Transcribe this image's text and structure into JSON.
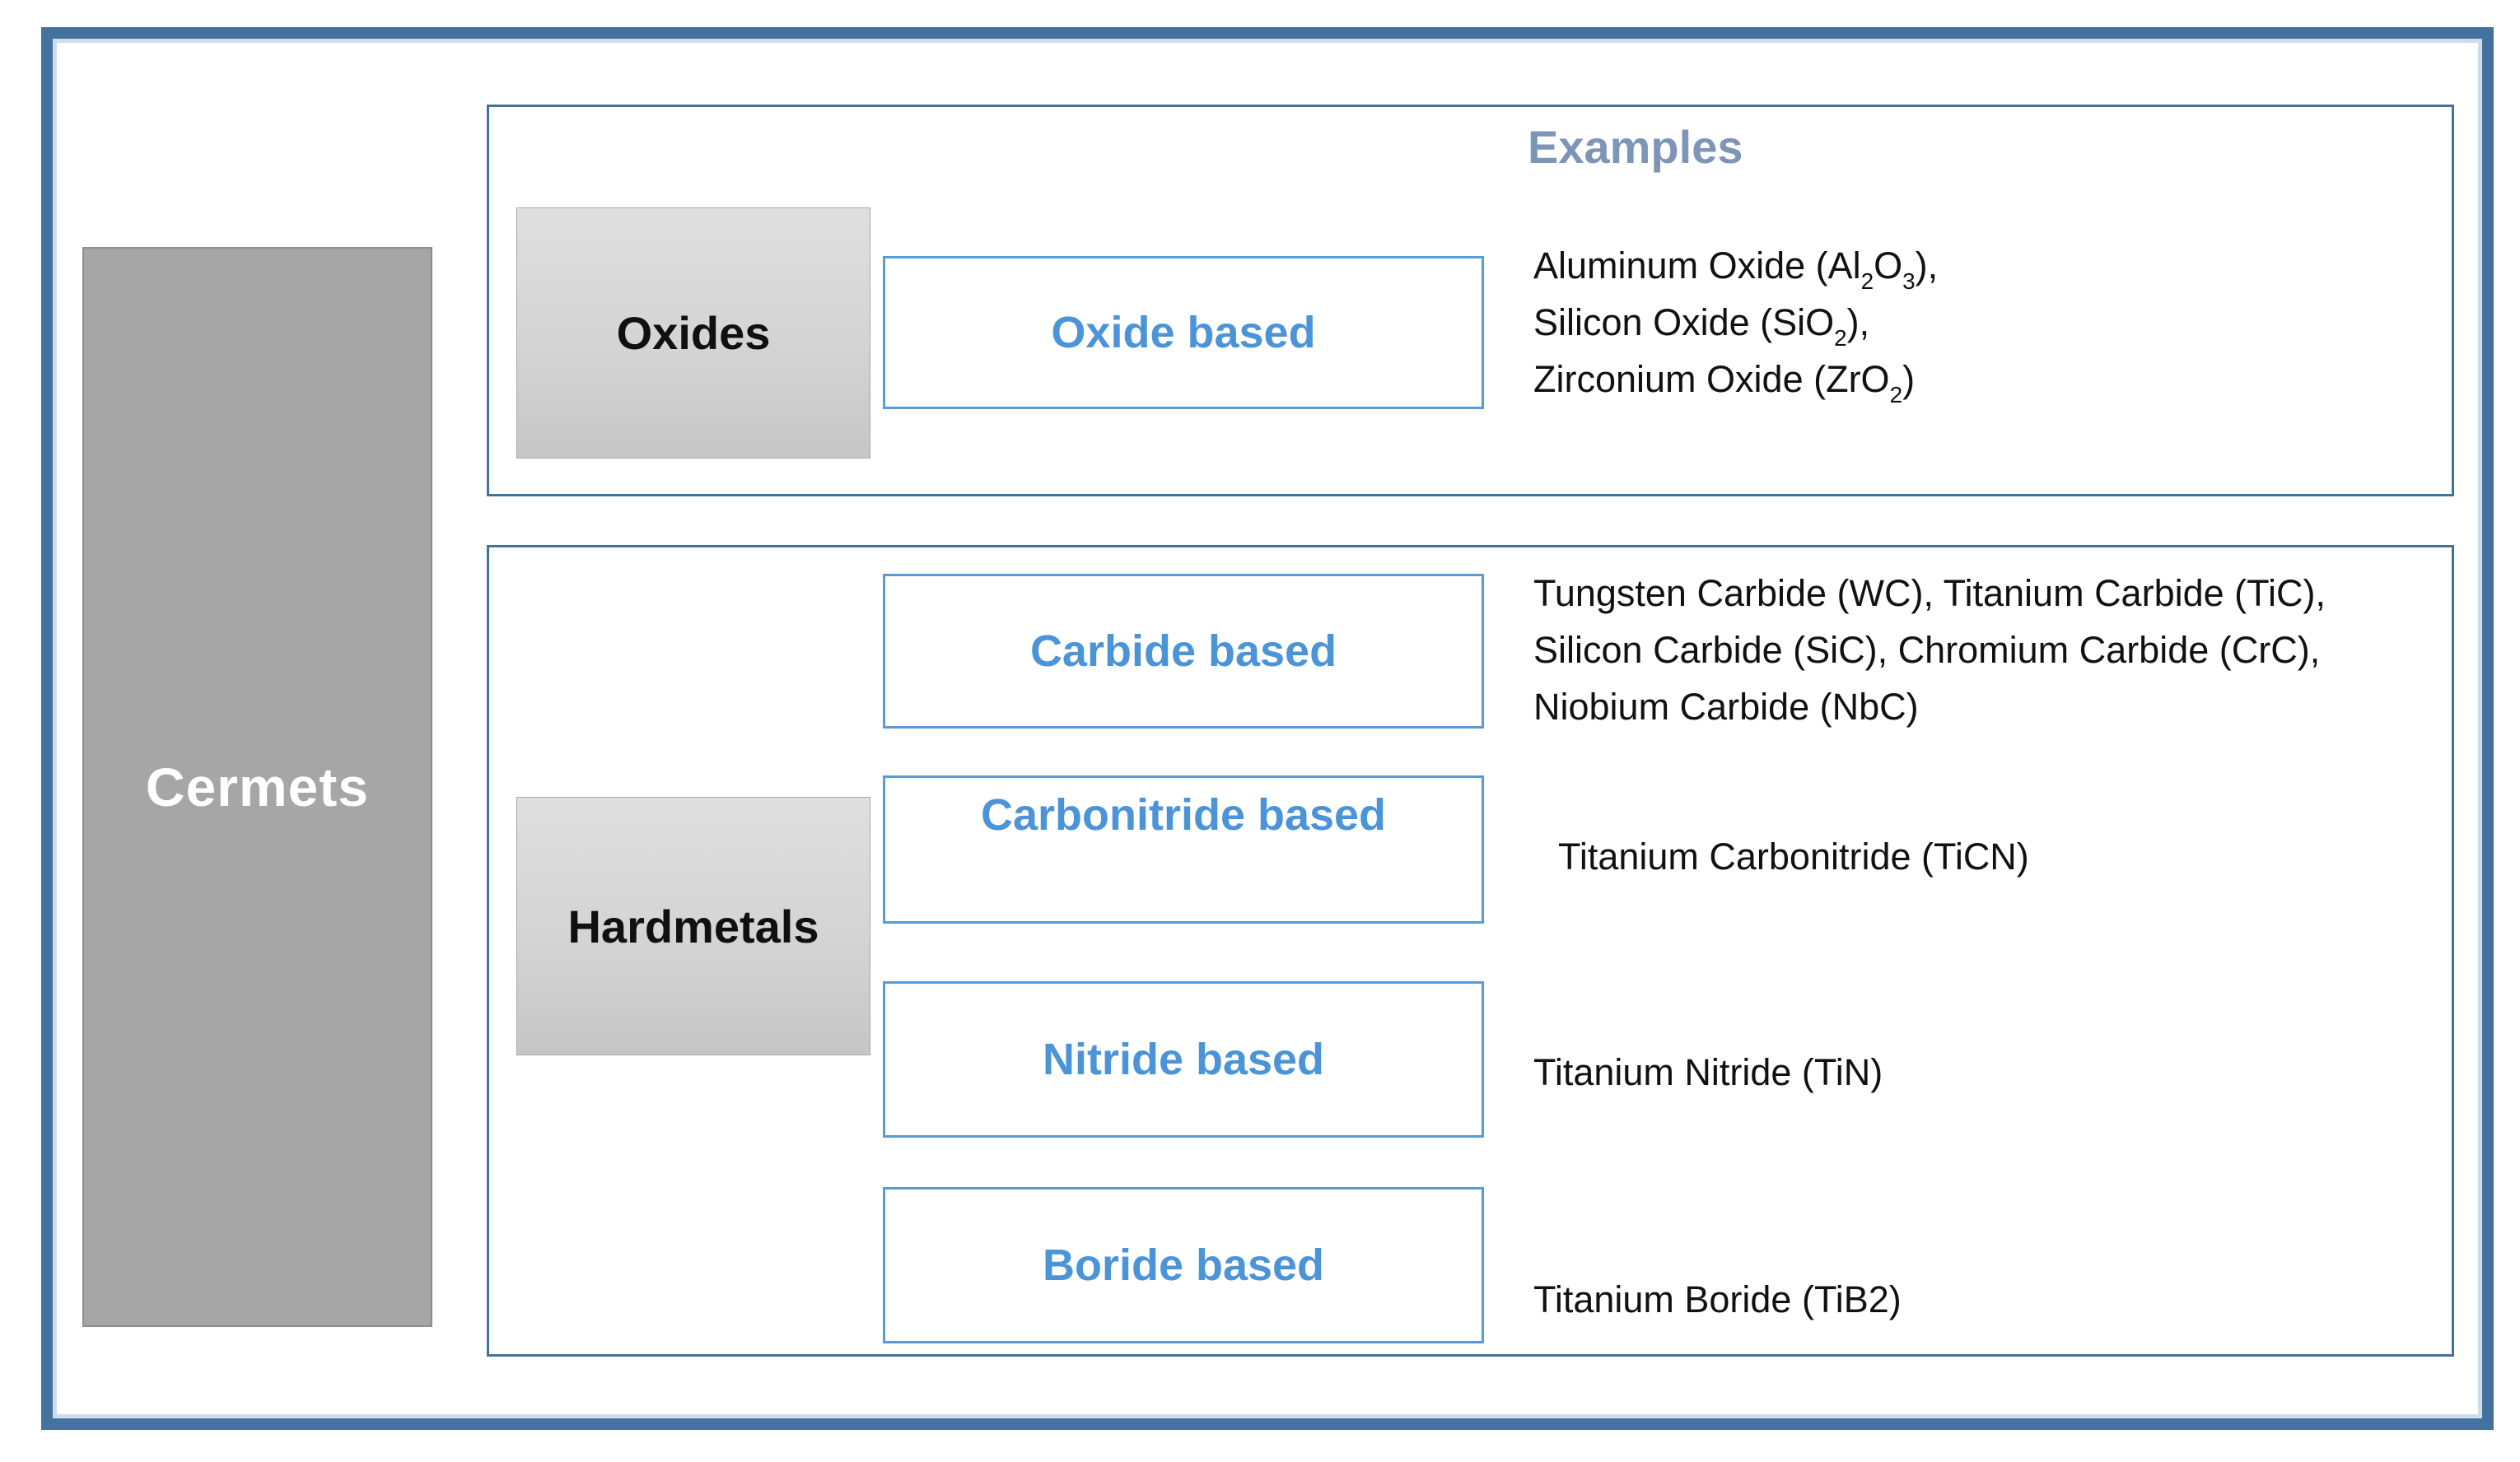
{
  "palette": {
    "frame_blue": "#44719E",
    "section_border_blue": "#41719C",
    "type_box_border_blue": "#5B9BD5",
    "type_label_blue": "#4B94D8",
    "examples_heading_blue_gray": "#7E95B7",
    "root_box_gray": "#A6A6A6",
    "category_box_gray": "#D4D4D4",
    "body_text": "#111111",
    "root_label_text": "#FFFFFF"
  },
  "diagram": {
    "root": {
      "label": "Cermets"
    },
    "examples_heading": "Examples",
    "groups": [
      {
        "category": "Oxides",
        "types": [
          {
            "label": "Oxide based"
          }
        ]
      },
      {
        "category": "Hardmetals",
        "types": [
          {
            "label": "Carbide based"
          },
          {
            "label": "Carbonitride based"
          },
          {
            "label": "Nitride based"
          },
          {
            "label": "Boride based"
          }
        ]
      }
    ],
    "examples": {
      "oxide": {
        "lines": [
          {
            "segments": [
              {
                "text": "Aluminum Oxide (Al"
              },
              {
                "sub": "2"
              },
              {
                "text": "O"
              },
              {
                "sub": "3"
              },
              {
                "text": "),"
              }
            ]
          },
          {
            "segments": [
              {
                "text": "Silicon Oxide (SiO"
              },
              {
                "sub": "2"
              },
              {
                "text": "),"
              }
            ]
          },
          {
            "segments": [
              {
                "text": "Zirconium Oxide (ZrO"
              },
              {
                "sub": "2"
              },
              {
                "text": ")"
              }
            ]
          }
        ]
      },
      "carbide": {
        "lines": [
          {
            "text": "Tungsten Carbide (WC), Titanium Carbide (TiC),"
          },
          {
            "text": "Silicon Carbide (SiC), Chromium Carbide (CrC),"
          },
          {
            "text": "Niobium Carbide (NbC)"
          }
        ]
      },
      "carbonitride": {
        "text": "Titanium Carbonitride (TiCN)"
      },
      "nitride": {
        "text": "Titanium Nitride (TiN)"
      },
      "boride": {
        "text": "Titanium Boride (TiB2)"
      }
    }
  }
}
